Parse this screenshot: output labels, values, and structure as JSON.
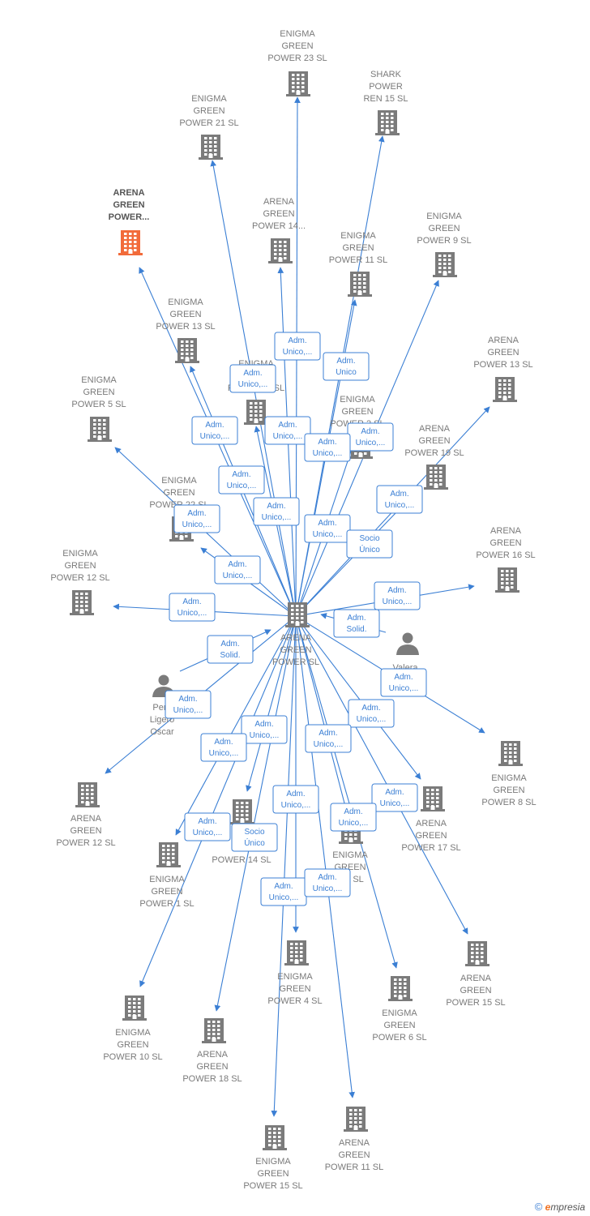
{
  "colors": {
    "edge": "#3b7fd4",
    "building": "#7b7b7b",
    "building_highlight": "#f26b3a",
    "person": "#7b7b7b"
  },
  "center": {
    "id": "center",
    "label": [
      "ARENA",
      "GREEN",
      "POWER SL"
    ]
  },
  "nodes": [
    {
      "id": "eg23",
      "type": "company",
      "label": [
        "ENIGMA",
        "GREEN",
        "POWER 23 SL"
      ]
    },
    {
      "id": "shark",
      "type": "company",
      "label": [
        "SHARK",
        "POWER",
        "REN 15 SL"
      ]
    },
    {
      "id": "eg21",
      "type": "company",
      "label": [
        "ENIGMA",
        "GREEN",
        "POWER 21 SL"
      ]
    },
    {
      "id": "agp",
      "type": "company",
      "highlight": true,
      "label": [
        "ARENA",
        "GREEN",
        "POWER..."
      ]
    },
    {
      "id": "ag14",
      "type": "company",
      "label": [
        "ARENA",
        "GREEN",
        "POWER 14..."
      ]
    },
    {
      "id": "eg9",
      "type": "company",
      "label": [
        "ENIGMA",
        "GREEN",
        "POWER 9 SL"
      ]
    },
    {
      "id": "eg11",
      "type": "company",
      "label": [
        "ENIGMA",
        "GREEN",
        "POWER 11 SL"
      ]
    },
    {
      "id": "eg13",
      "type": "company",
      "label": [
        "ENIGMA",
        "GREEN",
        "POWER 13 SL"
      ]
    },
    {
      "id": "ag13",
      "type": "company",
      "label": [
        "ARENA",
        "GREEN",
        "POWER 13 SL"
      ]
    },
    {
      "id": "egx",
      "type": "company",
      "label": [
        "ENIGMA",
        "GREEN",
        "POWER ... SL"
      ]
    },
    {
      "id": "eg5",
      "type": "company",
      "label": [
        "ENIGMA",
        "GREEN",
        "POWER 5 SL"
      ]
    },
    {
      "id": "eg2",
      "type": "company",
      "label": [
        "ENIGMA",
        "GREEN",
        "POWER 2 SL"
      ]
    },
    {
      "id": "ag19",
      "type": "company",
      "label": [
        "ARENA",
        "GREEN",
        "POWER 19 SL"
      ]
    },
    {
      "id": "eg22",
      "type": "company",
      "label": [
        "ENIGMA",
        "GREEN",
        "POWER 22 SL"
      ]
    },
    {
      "id": "ag16",
      "type": "company",
      "label": [
        "ARENA",
        "GREEN",
        "POWER 16 SL"
      ]
    },
    {
      "id": "eg12",
      "type": "company",
      "label": [
        "ENIGMA",
        "GREEN",
        "POWER 12 SL"
      ]
    },
    {
      "id": "valera",
      "type": "person",
      "label": [
        "Valera"
      ]
    },
    {
      "id": "perez",
      "type": "person",
      "label": [
        "Pere",
        "Ligero",
        "Oscar"
      ]
    },
    {
      "id": "eg8",
      "type": "company",
      "label": [
        "ENIGMA",
        "GREEN",
        "POWER 8 SL"
      ]
    },
    {
      "id": "ag12",
      "type": "company",
      "label": [
        "ARENA",
        "GREEN",
        "POWER 12 SL"
      ]
    },
    {
      "id": "ag17",
      "type": "company",
      "label": [
        "ARENA",
        "GREEN",
        "POWER 17 SL"
      ]
    },
    {
      "id": "eg14",
      "type": "company",
      "label": [
        "G",
        "POWER 14 SL"
      ]
    },
    {
      "id": "eg3",
      "type": "company",
      "label": [
        "ENIGMA",
        "GREEN",
        "R 3 SL"
      ]
    },
    {
      "id": "eg1",
      "type": "company",
      "label": [
        "ENIGMA",
        "GREEN",
        "POWER 1 SL"
      ]
    },
    {
      "id": "eg4",
      "type": "company",
      "label": [
        "ENIGMA",
        "GREEN",
        "POWER 4 SL"
      ]
    },
    {
      "id": "eg6",
      "type": "company",
      "label": [
        "ENIGMA",
        "GREEN",
        "POWER 6 SL"
      ]
    },
    {
      "id": "ag15",
      "type": "company",
      "label": [
        "ARENA",
        "GREEN",
        "POWER 15 SL"
      ]
    },
    {
      "id": "eg10",
      "type": "company",
      "label": [
        "ENIGMA",
        "GREEN",
        "POWER 10 SL"
      ]
    },
    {
      "id": "ag18",
      "type": "company",
      "label": [
        "ARENA",
        "GREEN",
        "POWER 18 SL"
      ]
    },
    {
      "id": "eg15",
      "type": "company",
      "label": [
        "ENIGMA",
        "GREEN",
        "POWER 15 SL"
      ]
    },
    {
      "id": "ag11",
      "type": "company",
      "label": [
        "ARENA",
        "GREEN",
        "POWER 11 SL"
      ]
    }
  ],
  "edges": [
    {
      "from": "center",
      "to": "eg23",
      "label": [
        "Adm.",
        "Unico,..."
      ]
    },
    {
      "from": "center",
      "to": "shark",
      "label": [
        "Adm.",
        "Unico"
      ]
    },
    {
      "from": "center",
      "to": "eg21",
      "label": [
        "Adm.",
        "Unico,..."
      ]
    },
    {
      "from": "center",
      "to": "agp",
      "label": [
        "Adm.",
        "Unico,..."
      ]
    },
    {
      "from": "center",
      "to": "ag14",
      "label": [
        "Adm.",
        "Unico,..."
      ]
    },
    {
      "from": "center",
      "to": "eg9",
      "label": [
        "Adm.",
        "Unico,..."
      ]
    },
    {
      "from": "center",
      "to": "eg11",
      "label": [
        "Adm.",
        "Unico,..."
      ]
    },
    {
      "from": "center",
      "to": "eg13",
      "label": [
        "Adm.",
        "Unico,..."
      ]
    },
    {
      "from": "center",
      "to": "ag13",
      "label": [
        "Adm.",
        "Unico,..."
      ]
    },
    {
      "from": "center",
      "to": "egx",
      "label": [
        "Adm.",
        "Unico,..."
      ]
    },
    {
      "from": "center",
      "to": "eg5",
      "label": [
        "Adm.",
        "Unico,..."
      ]
    },
    {
      "from": "center",
      "to": "eg2",
      "label": [
        "Adm.",
        "Unico,..."
      ]
    },
    {
      "from": "center",
      "to": "ag19",
      "label": [
        "Socio",
        "Único"
      ]
    },
    {
      "from": "center",
      "to": "eg22",
      "label": [
        "Adm.",
        "Unico,..."
      ]
    },
    {
      "from": "center",
      "to": "ag16",
      "label": [
        "Adm.",
        "Unico,..."
      ]
    },
    {
      "from": "center",
      "to": "eg12",
      "label": [
        "Adm.",
        "Unico,..."
      ]
    },
    {
      "from": "valera",
      "to": "center",
      "label": [
        "Adm.",
        "Solid."
      ]
    },
    {
      "from": "perez",
      "to": "center",
      "label": [
        "Adm.",
        "Solid."
      ]
    },
    {
      "from": "center",
      "to": "eg8",
      "label": [
        "Adm.",
        "Unico,..."
      ]
    },
    {
      "from": "center",
      "to": "ag12",
      "label": [
        "Adm.",
        "Unico,..."
      ]
    },
    {
      "from": "center",
      "to": "ag17",
      "label": [
        "Adm.",
        "Unico,..."
      ]
    },
    {
      "from": "center",
      "to": "eg14",
      "label": [
        "Adm.",
        "Unico,..."
      ]
    },
    {
      "from": "center",
      "to": "eg3",
      "label": [
        "Adm.",
        "Unico,..."
      ]
    },
    {
      "from": "center",
      "to": "eg1",
      "label": [
        "Adm.",
        "Unico,..."
      ]
    },
    {
      "from": "center",
      "to": "eg4",
      "label": [
        "Adm.",
        "Unico,..."
      ]
    },
    {
      "from": "center",
      "to": "eg6",
      "label": [
        "Adm.",
        "Unico,..."
      ]
    },
    {
      "from": "center",
      "to": "ag15",
      "label": [
        "Adm.",
        "Unico,..."
      ]
    },
    {
      "from": "center",
      "to": "eg10",
      "label": [
        "Adm.",
        "Unico,..."
      ]
    },
    {
      "from": "center",
      "to": "ag18",
      "label": [
        "Socio",
        "Único"
      ]
    },
    {
      "from": "center",
      "to": "eg15",
      "label": [
        "Adm.",
        "Unico,..."
      ]
    },
    {
      "from": "center",
      "to": "ag11",
      "label": [
        "Adm.",
        "Unico,..."
      ]
    }
  ],
  "credit": {
    "copyright": "©",
    "brand_initial": "e",
    "brand_rest": "mpresia"
  }
}
